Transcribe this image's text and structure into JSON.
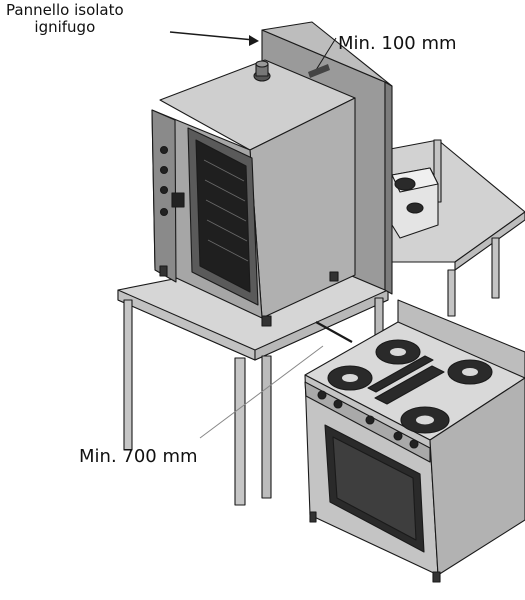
{
  "labels": {
    "panel_line1": "Pannello isolato",
    "panel_line2": "ignifugo",
    "min_100": "Min. 100 mm",
    "min_700": "Min. 700 mm"
  },
  "colors": {
    "line": "#1a1a1a",
    "table": "#d6d6d6",
    "panel": "#8f8f8f",
    "oven_body": "#b4b4b4",
    "oven_front": "#9c9c9c",
    "glass": "#1f1f1f",
    "stove": "#c9c9c9",
    "burner": "#2a2a2a"
  }
}
